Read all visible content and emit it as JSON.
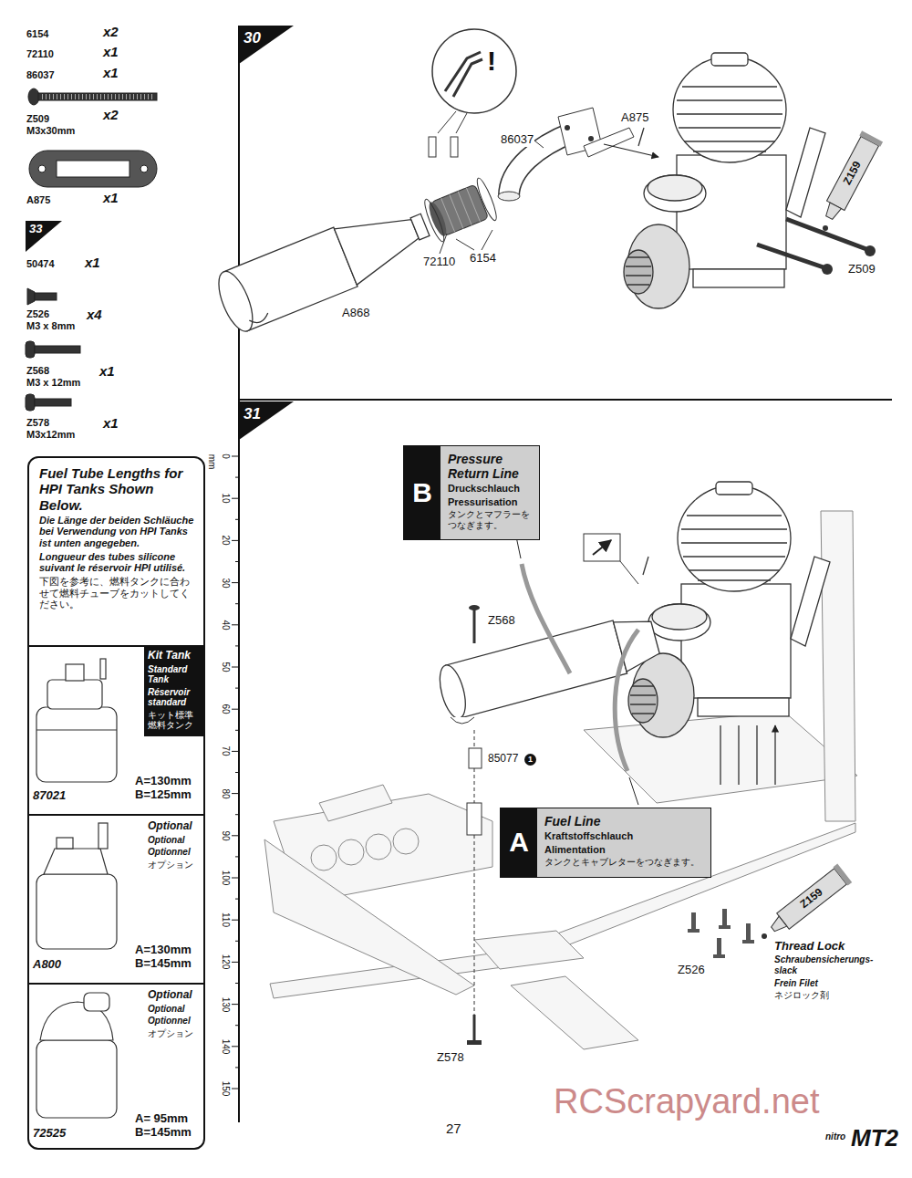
{
  "diagram": {
    "nodes": [
      {
        "text": [
          "Fuel Tube Lengths for HPI Tanks Shown Below.",
          "Die Länge der beiden Schläuche bei Verwendung von HPI Tanks ist unten angegeben.",
          "Longueur des tubes silicone suivant le réservoir HPI utilisé.",
          "下図を参考に、燃料タンクに合わせて燃料チューブをカットしてください。"
        ]
      },
      {
        "text": [
          "Kit Tank",
          "Standard Tank",
          "Réservoir standard",
          "キット標準燃料タンク",
          "87021",
          "A=130mm B=125mm"
        ],
        "in": 0
      },
      {
        "text": [
          "Optional",
          "Optional",
          "Optionnel",
          "オプション",
          "A800",
          "A=130mm B=145mm"
        ],
        "in": 0
      },
      {
        "text": [
          "Optional",
          "Optional",
          "Optionnel",
          "オプション",
          "72525",
          "A= 95mm B=145mm"
        ],
        "in": 0
      },
      {
        "text": [
          "B",
          "Pressure Return Line",
          "Druckschlauch",
          "Pressurisation",
          "タンクとマフラーをつなぎます。"
        ]
      },
      {
        "text": [
          "A",
          "Fuel Line",
          "Kraftstoffschlauch",
          "Alimentation",
          "タンクとキャブレターをつなぎます。"
        ]
      }
    ],
    "labels": [
      "6154",
      "x2",
      "72110",
      "x1",
      "86037",
      "x1",
      "Z509",
      "M3x30mm",
      "x2",
      "A875",
      "x1",
      "33",
      "50474",
      "x1",
      "Z526",
      "M3 x 8mm",
      "x4",
      "Z568",
      "M3 x 12mm",
      "x1",
      "Z578",
      "M3x12mm",
      "x1",
      "30",
      "!",
      "A875",
      "86037",
      "Z159",
      "72110",
      "6154",
      "A868",
      "Z509",
      "31",
      "mm",
      "0",
      "10",
      "20",
      "30",
      "40",
      "50",
      "60",
      "70",
      "80",
      "90",
      "100",
      "110",
      "120",
      "130",
      "140",
      "150",
      "Z568",
      "85077",
      "1",
      "Z159",
      "Thread Lock",
      "Schraubensicherungs-slack",
      "Frein Filet",
      "ネジロック剤",
      "Z526",
      "Z578",
      "27",
      "RCScrapyard.net",
      "nitro",
      "MT2"
    ]
  }
}
